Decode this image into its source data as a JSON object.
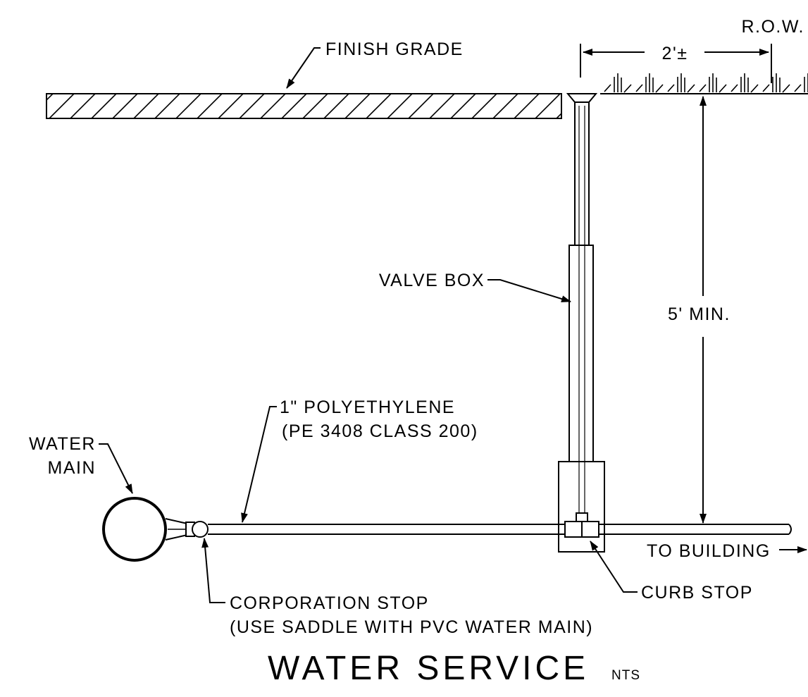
{
  "labels": {
    "row": "R.O.W.",
    "finish_grade": "FINISH GRADE",
    "offset": "2'±",
    "valve_box": "VALVE BOX",
    "depth": "5' MIN.",
    "polyethylene_line1": "1\" POLYETHYLENE",
    "polyethylene_line2": "(PE 3408 CLASS 200)",
    "water_main_line1": "WATER",
    "water_main_line2": "MAIN",
    "to_building": "TO BUILDING",
    "curb_stop": "CURB STOP",
    "corporation_stop_line1": "CORPORATION STOP",
    "corporation_stop_line2": "(USE SADDLE WITH PVC WATER MAIN)"
  },
  "title": {
    "main": "WATER SERVICE",
    "scale": "NTS"
  },
  "colors": {
    "line": "#000000",
    "background": "#ffffff"
  }
}
